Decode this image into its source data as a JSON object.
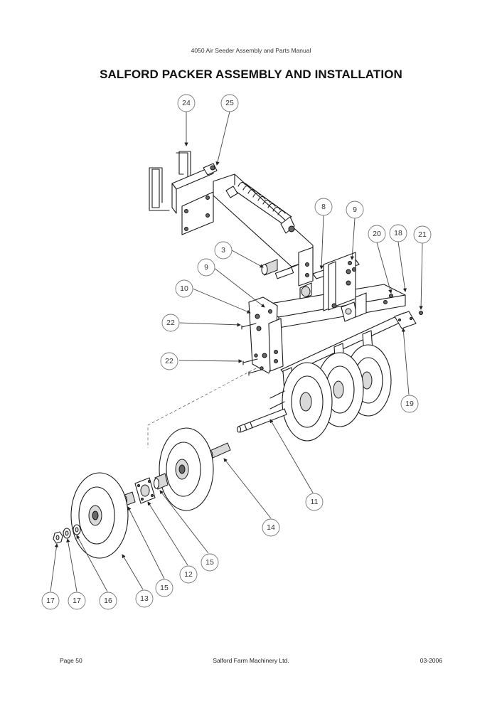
{
  "header": {
    "manual_title": "4050 Air Seeder Assembly and Parts Manual"
  },
  "page_title": "SALFORD PACKER ASSEMBLY AND INSTALLATION",
  "callouts": [
    {
      "id": "c24",
      "label": "24"
    },
    {
      "id": "c25",
      "label": "25"
    },
    {
      "id": "c8",
      "label": "8"
    },
    {
      "id": "c9a",
      "label": "9"
    },
    {
      "id": "c20",
      "label": "20"
    },
    {
      "id": "c18",
      "label": "18"
    },
    {
      "id": "c21",
      "label": "21"
    },
    {
      "id": "c3",
      "label": "3"
    },
    {
      "id": "c9b",
      "label": "9"
    },
    {
      "id": "c10",
      "label": "10"
    },
    {
      "id": "c22a",
      "label": "22"
    },
    {
      "id": "c22b",
      "label": "22"
    },
    {
      "id": "c19",
      "label": "19"
    },
    {
      "id": "c11",
      "label": "11"
    },
    {
      "id": "c14",
      "label": "14"
    },
    {
      "id": "c15a",
      "label": "15"
    },
    {
      "id": "c12",
      "label": "12"
    },
    {
      "id": "c15b",
      "label": "15"
    },
    {
      "id": "c17a",
      "label": "17"
    },
    {
      "id": "c17b",
      "label": "17"
    },
    {
      "id": "c16",
      "label": "16"
    },
    {
      "id": "c13",
      "label": "13"
    }
  ],
  "footer": {
    "page": "Page 50",
    "company": "Salford Farm Machinery Ltd.",
    "date": "03-2006"
  }
}
